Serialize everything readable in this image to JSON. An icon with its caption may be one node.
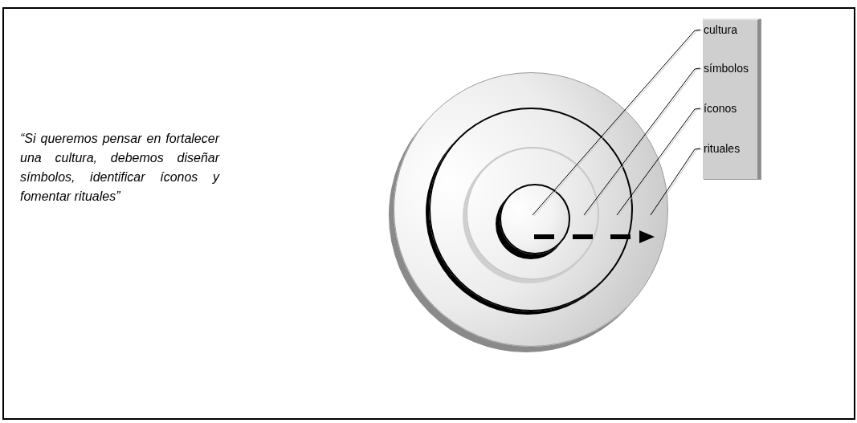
{
  "diagram": {
    "nodes": [
      {
        "text": [
          "cultura"
        ]
      },
      {
        "text": [
          "símbolos"
        ]
      },
      {
        "text": [
          "íconos"
        ]
      },
      {
        "text": [
          "rituales"
        ]
      },
      {
        "text": [],
        "shape": "circle"
      },
      {
        "text": [],
        "shape": "circle",
        "in": 4
      },
      {
        "text": [],
        "shape": "circle",
        "in": 5
      },
      {
        "text": [],
        "shape": "circle",
        "in": 6
      }
    ],
    "edges": [
      {
        "from": 0,
        "to": 7,
        "arrow": "none"
      },
      {
        "from": 1,
        "to": 6,
        "arrow": "none"
      },
      {
        "from": 2,
        "to": 5,
        "arrow": "none"
      },
      {
        "from": 3,
        "to": 4,
        "arrow": "none"
      }
    ],
    "labels": [
      "“Si queremos pensar en fortalecer una cultura, debemos diseñar símbolos, identificar íconos y fomentar rituales”"
    ]
  }
}
